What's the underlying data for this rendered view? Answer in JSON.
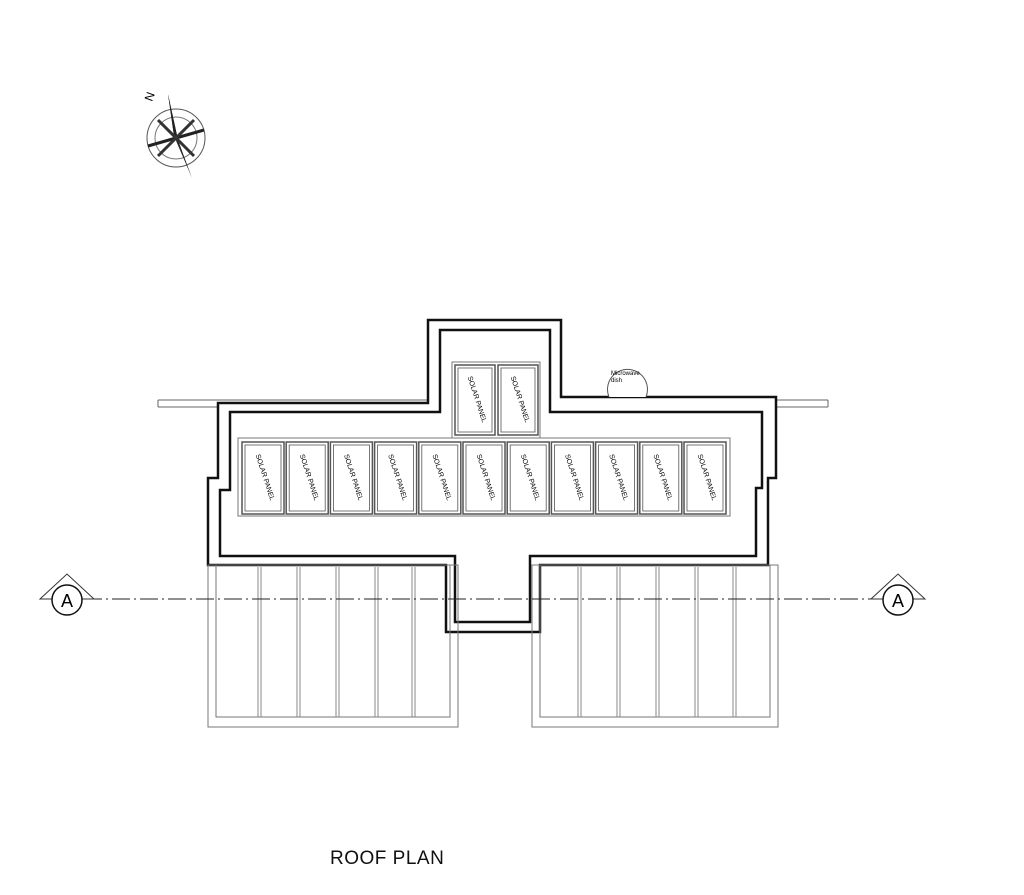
{
  "drawing": {
    "title": "ROOF PLAN",
    "panel_label": "SOLAR PANEL",
    "main_row_panel_count": 11,
    "upper_panel_count": 2,
    "dish_label_line1": "Microwave",
    "dish_label_line2": "dish",
    "section_marker": "A",
    "north_label": "N"
  }
}
